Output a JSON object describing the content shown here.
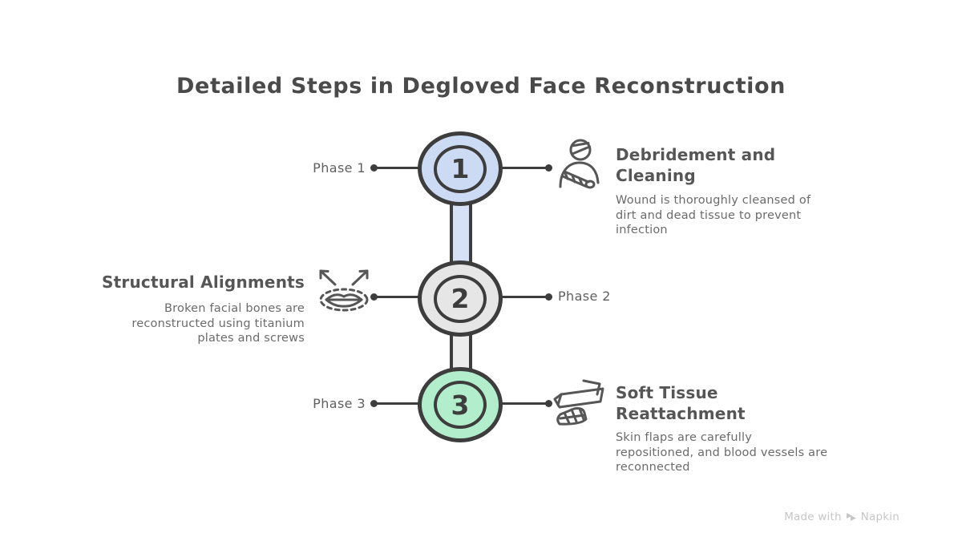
{
  "title": "Detailed Steps in Degloved Face Reconstruction",
  "steps": [
    {
      "number": "1",
      "phase_label": "Phase 1",
      "heading": "Debridement and Cleaning",
      "description": "Wound is thoroughly cleansed of dirt and dead tissue to prevent infection",
      "icon": "injured-person-icon",
      "circle_color": "#ccdaf4"
    },
    {
      "number": "2",
      "phase_label": "Phase 2",
      "heading": "Structural Alignments",
      "description": "Broken facial bones are reconstructed using titanium plates and screws",
      "icon": "face-alignment-icon",
      "circle_color": "#e6e6e6"
    },
    {
      "number": "3",
      "phase_label": "Phase 3",
      "heading": "Soft Tissue Reattachment",
      "description": "Skin flaps are carefully repositioned, and blood vessels are reconnected",
      "icon": "bandage-icon",
      "circle_color": "#b2edcc"
    }
  ],
  "connectors": [
    {
      "fill": "#d6e1f7"
    },
    {
      "fill": "#ececec"
    }
  ],
  "colors": {
    "outline": "#3d3d3d",
    "title_text": "#4a4a4a",
    "heading_text": "#565656",
    "body_text": "#6b6b6b",
    "watermark_text": "#c6c6c6",
    "background": "#ffffff"
  },
  "watermark": {
    "prefix": "Made with",
    "brand": "Napkin",
    "logo": "napkin-logo-icon"
  }
}
